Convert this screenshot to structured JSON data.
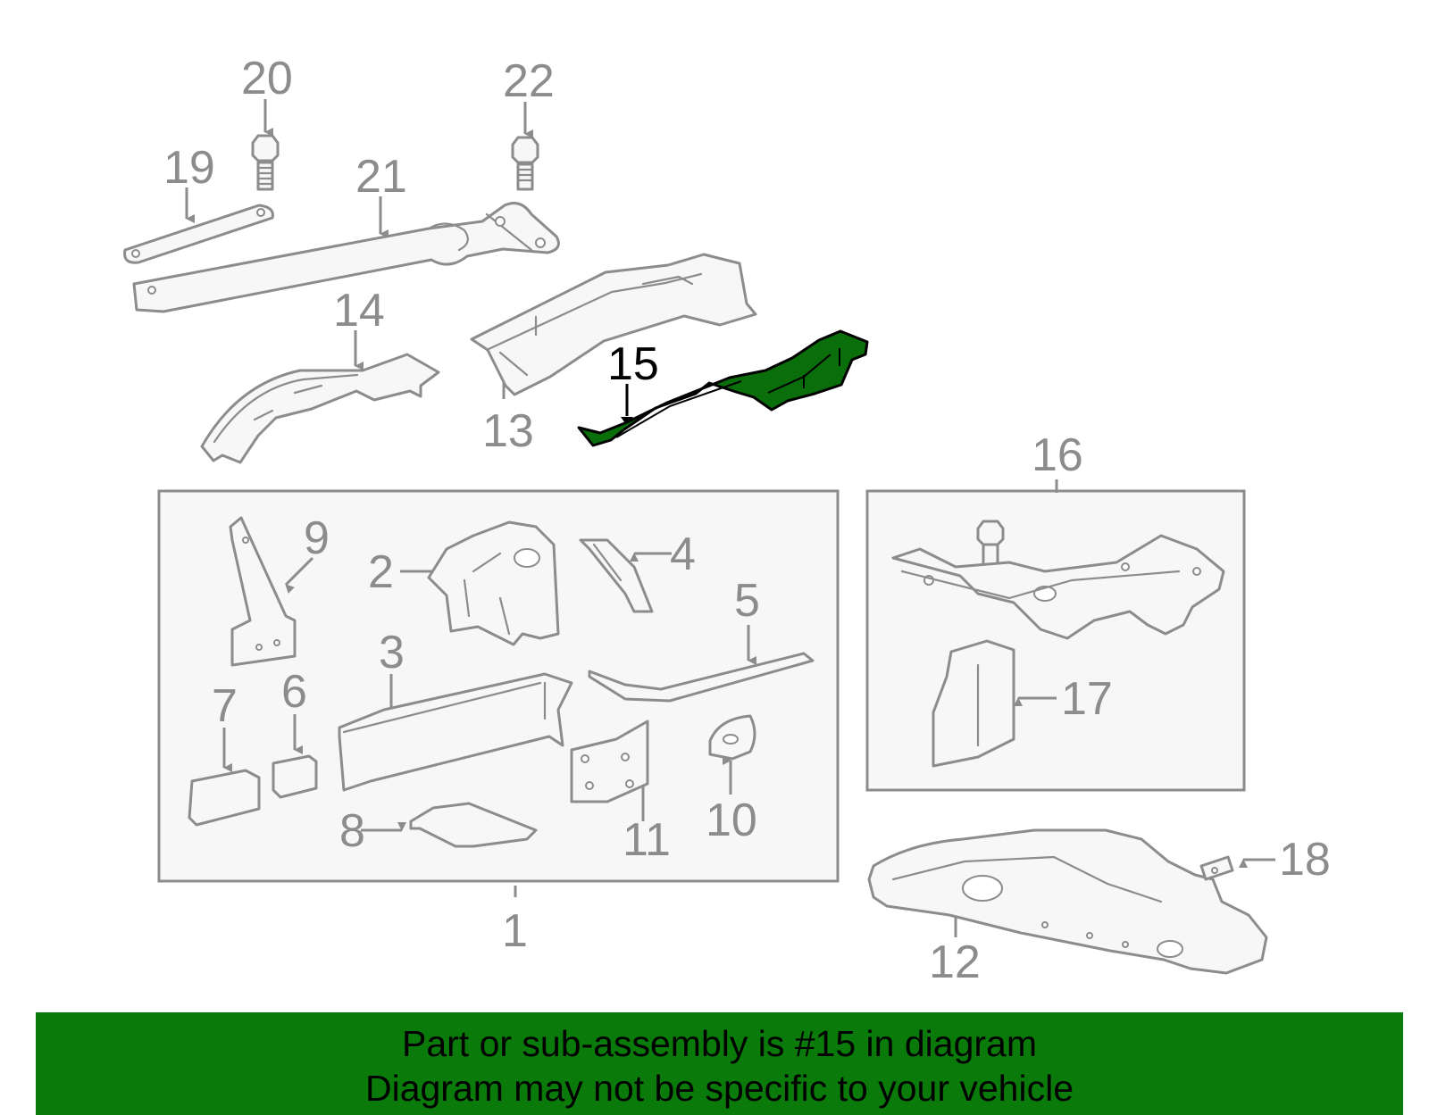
{
  "callouts": {
    "c1": "1",
    "c2": "2",
    "c3": "3",
    "c4": "4",
    "c5": "5",
    "c6": "6",
    "c7": "7",
    "c8": "8",
    "c9": "9",
    "c10": "10",
    "c11": "11",
    "c12": "12",
    "c13": "13",
    "c14": "14",
    "c15": "15",
    "c16": "16",
    "c17": "17",
    "c18": "18",
    "c19": "19",
    "c20": "20",
    "c21": "21",
    "c22": "22"
  },
  "highlighted_part": "15",
  "colors": {
    "highlight": "#0a6e0a",
    "banner": "#0a7a0a",
    "line": "#8c8c8c",
    "fill": "#f7f7f7"
  },
  "footer": {
    "line1": "Part or sub-assembly is #15 in diagram",
    "line2": "Diagram may not be specific to your vehicle"
  }
}
